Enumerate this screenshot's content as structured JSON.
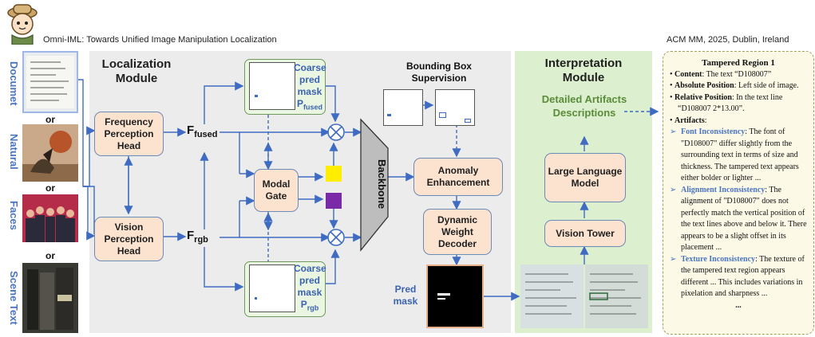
{
  "header": {
    "left": "Omni-IML: Towards Unified Image Manipulation Localization",
    "right": "ACM MM, 2025, Dublin, Ireland"
  },
  "inputs": {
    "labels": [
      "Documet",
      "Natural",
      "Faces",
      "Scene Text"
    ],
    "or_label": "or"
  },
  "localization": {
    "title": "Localization Module",
    "frequency_head": "Frequency Perception Head",
    "vision_head": "Vision Perception Head",
    "f_fused": "F",
    "f_fused_sub": "fused",
    "f_rgb": "F",
    "f_rgb_sub": "rgb",
    "modal_gate": "Modal Gate",
    "backbone": "Backbone",
    "coarse_top": {
      "l1": "Coarse",
      "l2": "pred",
      "l3": "mask",
      "p": "P",
      "p_sub": "fused"
    },
    "coarse_bottom": {
      "l1": "Coarse",
      "l2": "pred",
      "l3": "mask",
      "p": "P",
      "p_sub": "rgb"
    },
    "bbox_title": "Bounding Box Supervision",
    "anomaly": "Anomaly Enhancement",
    "decoder": "Dynamic Weight Decoder",
    "pred_mask": "Pred mask",
    "gate_colors": {
      "top": "#ffee00",
      "bottom": "#7a2aa6"
    }
  },
  "interpretation": {
    "title": "Interpretation Module",
    "artifacts": "Detailed Artifacts Descriptions",
    "llm": "Large Language Model",
    "vision_tower": "Vision Tower"
  },
  "tampered": {
    "title": "Tampered Region 1",
    "content_label": "Content",
    "content_text": ": The text “D108007”",
    "abs_label": "Absolute Position",
    "abs_text": ": Left side of image.",
    "rel_label": "Relative Position",
    "rel_text": ": In the text line “D108007  2*13.00”.",
    "artifacts_label": "Artifacts",
    "artifacts_text": ":",
    "font_label": "Font Inconsistency",
    "font_text": ": The font of \"D108007\" differ slightly from the surrounding text in terms of size and thickness. The tampered text appears either bolder or lighter ...",
    "align_label": "Alignment Inconsistency",
    "align_text": ": The alignment of \"D108007\" does not perfectly match the vertical position of the text lines above and below it. There appears to be a slight offset in its placement ...",
    "texture_label": "Texture Inconsistency",
    "texture_text": ": The texture of the tampered text region appears different ...  This includes variations in pixelation and sharpness ...",
    "ellipsis": "..."
  }
}
